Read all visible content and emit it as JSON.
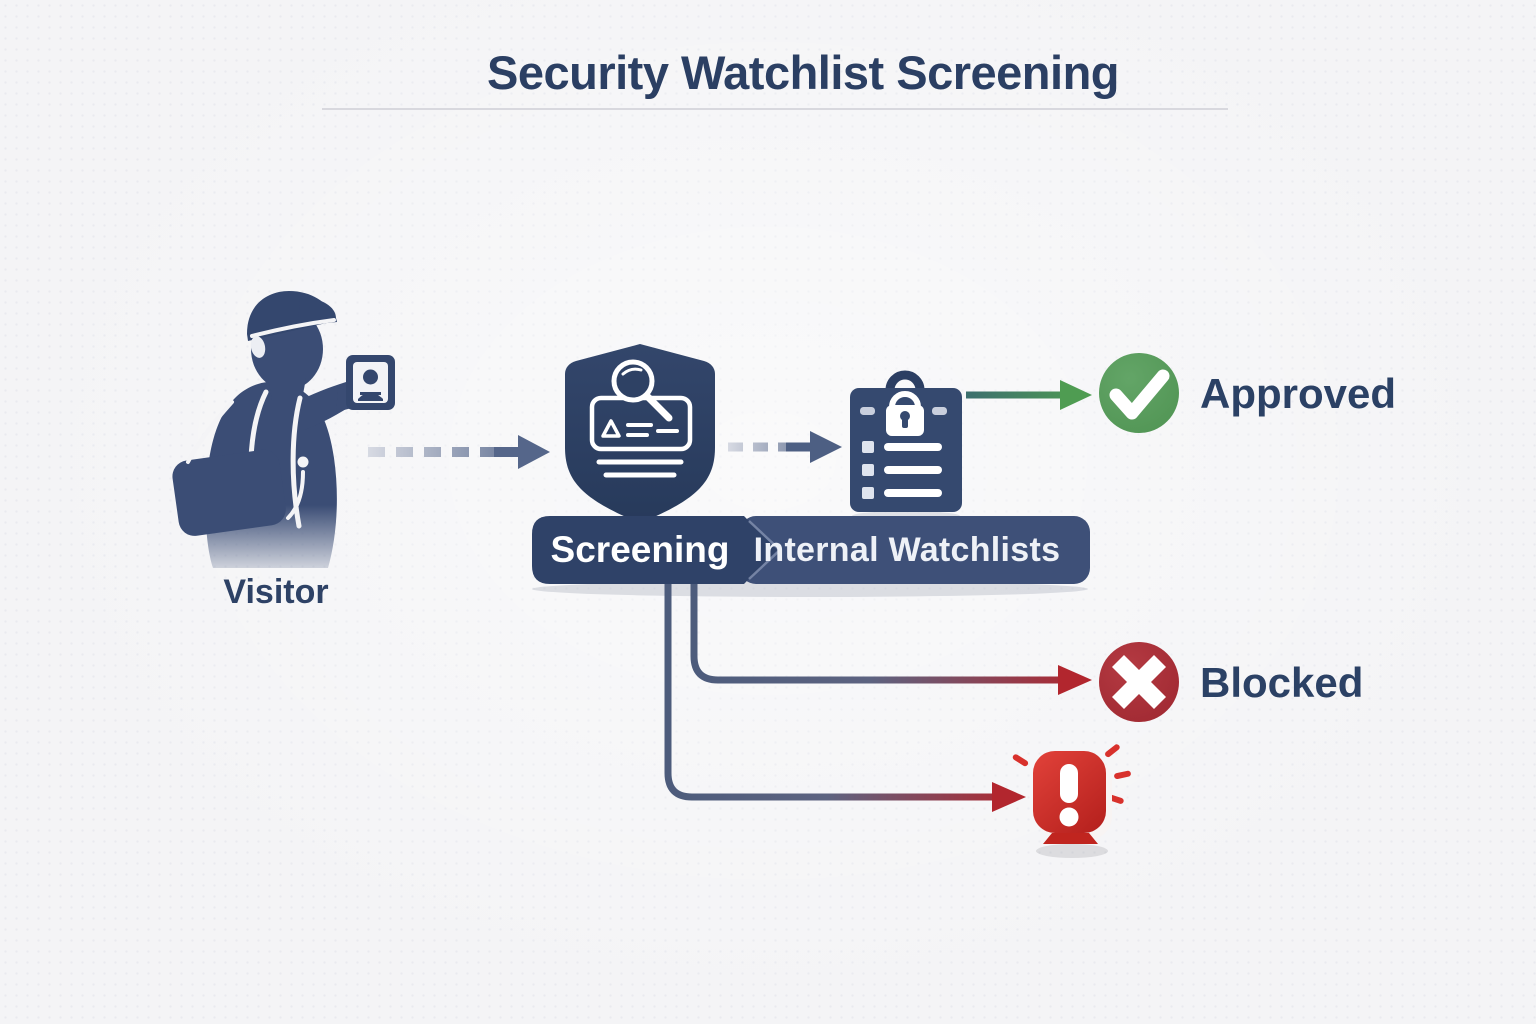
{
  "title": "Security Watchlist Screening",
  "labels": {
    "visitor": "Visitor",
    "screening": "Screening",
    "internal_watchlists": "Internal Watchlists",
    "approved": "Approved",
    "blocked": "Blocked"
  },
  "icons": {
    "visitor": "visitor-with-id-card-icon",
    "screening": "shield-id-search-icon",
    "watchlist": "locked-watchlist-clipboard-icon",
    "approved": "green-check-circle-icon",
    "blocked": "red-x-circle-icon",
    "alert": "red-alert-exclamation-icon"
  },
  "colors": {
    "navy": "#2d4164",
    "silhouette": "#3b4d75",
    "banner_left": "#2f4268",
    "banner_right": "#3e5078",
    "green": "#579a5b",
    "green_arrow": "#4f9c52",
    "red_circle": "#a93039",
    "red_arrow": "#b2262e",
    "alert_red": "#d8312c",
    "text_navy": "#2b4165",
    "background": "#f4f4f6",
    "divider": "#d8d8de",
    "dash_arrow": "#55668a"
  }
}
